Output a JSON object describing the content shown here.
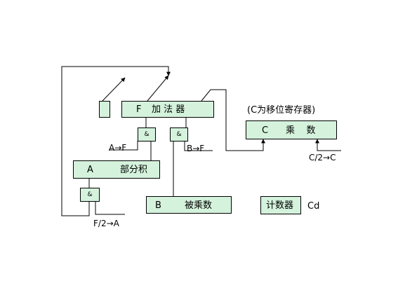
{
  "adder": {
    "letter": "F",
    "name": "加 法 器"
  },
  "multiplier": {
    "letter": "C",
    "name": "乘    数",
    "caption": "(C为移位寄存器)"
  },
  "partial_product": {
    "letter": "A",
    "name": "部分积"
  },
  "multiplicand": {
    "letter": "B",
    "name": "被乘数"
  },
  "counter": {
    "name": "计数器",
    "label": "Cd"
  },
  "gate_symbol": "&",
  "transfers": {
    "a_to_f": "A→F",
    "b_to_f": "B→F",
    "c_shift": "C/2→C",
    "f_shift": "F/2→A"
  },
  "colors": {
    "box_fill": "#d4f2dc",
    "line": "#000000"
  }
}
